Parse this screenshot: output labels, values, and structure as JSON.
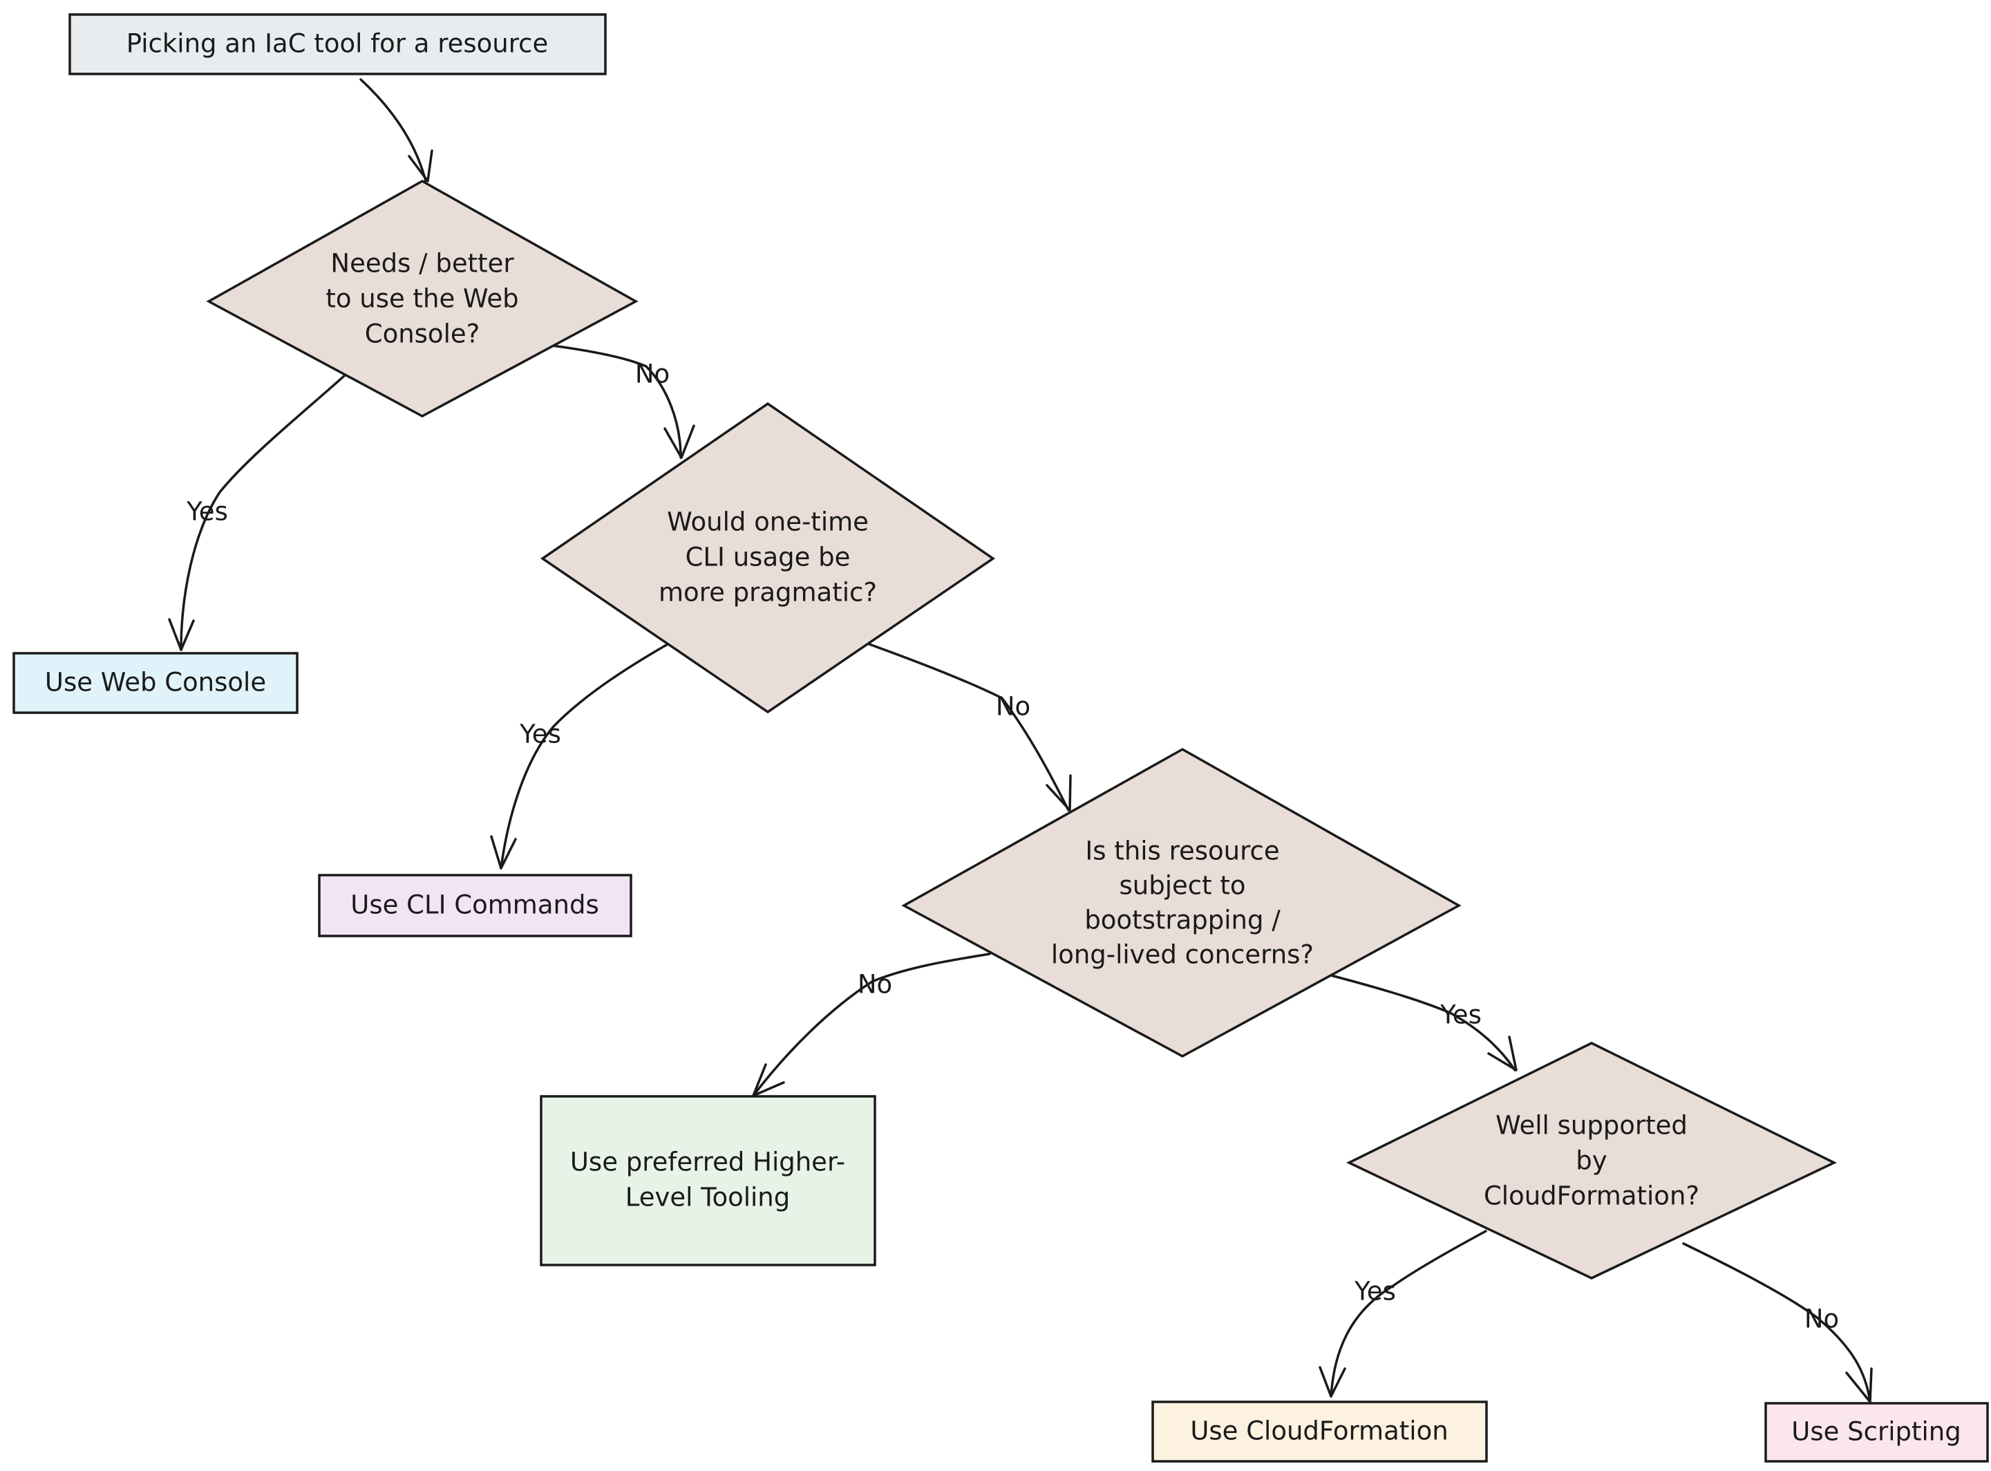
{
  "nodes": {
    "start": {
      "text": "Picking an IaC tool for a resource",
      "fill": "#e8ecef"
    },
    "q_console": {
      "lines": [
        "Needs / better",
        "to use the Web",
        "Console?"
      ],
      "fill": "#e8ddd7"
    },
    "q_cli": {
      "lines": [
        "Would one-time",
        "CLI usage be",
        "more pragmatic?"
      ],
      "fill": "#e8ddd7"
    },
    "q_bootstrap": {
      "lines": [
        "Is this resource",
        "subject to",
        "bootstrapping /",
        "long-lived concerns?"
      ],
      "fill": "#e8ddd7"
    },
    "q_cfn": {
      "lines": [
        "Well supported",
        "by",
        "CloudFormation?"
      ],
      "fill": "#e8ddd7"
    },
    "web_console": {
      "text": "Use Web Console",
      "fill": "#e0f3fa"
    },
    "cli": {
      "text": "Use CLI Commands",
      "fill": "#f2e4f5"
    },
    "higher_level": {
      "lines": [
        "Use preferred Higher-",
        "Level Tooling"
      ],
      "fill": "#e8f3e8"
    },
    "cloudformation": {
      "text": "Use CloudFormation",
      "fill": "#fdf1e0"
    },
    "scripting": {
      "text": "Use Scripting",
      "fill": "#fbe6ee"
    }
  },
  "edges": {
    "console_yes": "Yes",
    "console_no": "No",
    "cli_yes": "Yes",
    "cli_no": "No",
    "bootstrap_no": "No",
    "bootstrap_yes": "Yes",
    "cfn_yes": "Yes",
    "cfn_no": "No"
  }
}
